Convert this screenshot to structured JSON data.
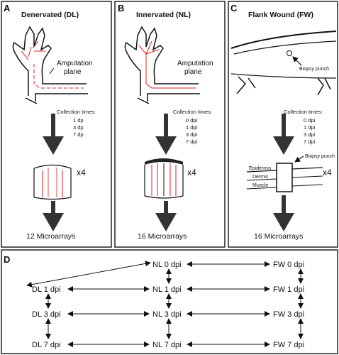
{
  "panels": {
    "a": {
      "letter": "A",
      "title": "Denervated (DL)",
      "plane_label_1": "Amputation",
      "plane_label_2": "plane",
      "collection_heading": "Collection times:",
      "times": [
        "1 dp",
        "3 dp",
        "7 dp"
      ],
      "multiplier": "x4",
      "result": "12 Microarrays"
    },
    "b": {
      "letter": "B",
      "title": "Innervated (NL)",
      "plane_label_1": "Amputation",
      "plane_label_2": "plane",
      "collection_heading": "Collection times:",
      "times": [
        "0 dpi",
        "1 dpi",
        "3 dpi",
        "7 dpi"
      ],
      "multiplier": "x4",
      "result": "16 Microarrays"
    },
    "c": {
      "letter": "C",
      "title": "Flank Wound (FW)",
      "biopsy_label": "Biopsy punch",
      "collection_heading": "Collection times:",
      "times": [
        "0 dpi",
        "1 dpi",
        "3 dpi",
        "7 dpi"
      ],
      "biopsy_label_2": "Biopsy punch",
      "layers": [
        "Epidermis",
        "Dermis",
        "Muscle"
      ],
      "multiplier": "x4",
      "result": "16 Microarrays"
    },
    "d": {
      "letter": "D",
      "nodes": {
        "nl0": "NL 0 dpi",
        "fw0": "FW 0 dpi",
        "dl1": "DL 1 dpi",
        "nl1": "NL 1 dpi",
        "fw1": "FW 1 dpi",
        "dl3": "DL 3 dpi",
        "nl3": "NL 3 dpi",
        "fw3": "FW 3 dpi",
        "dl7": "DL 7 dpi",
        "nl7": "NL 7 dpi",
        "fw7": "FW 7 dpi"
      }
    }
  },
  "colors": {
    "accent_red": "#d22",
    "ink": "#111",
    "panel_border": "#222"
  }
}
